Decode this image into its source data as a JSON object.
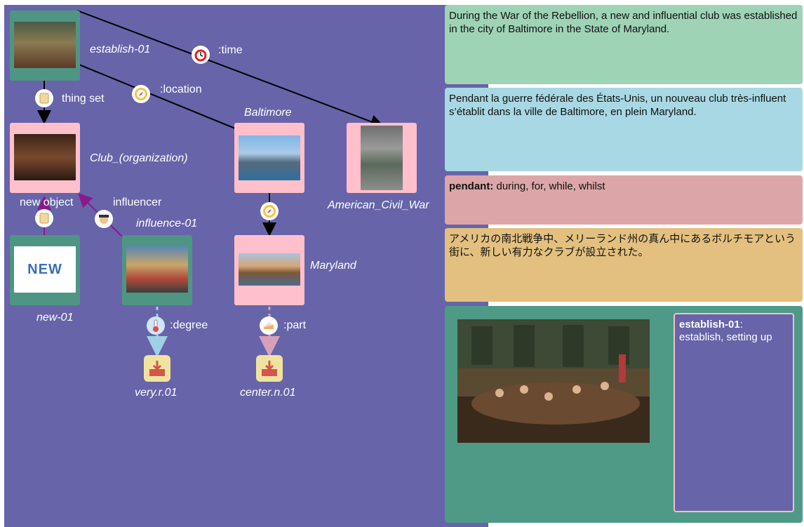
{
  "graph": {
    "nodes": {
      "establish": "establish-01",
      "club": "Club_(organization)",
      "baltimore": "Baltimore",
      "civil_war": "American_Civil_War",
      "new": "new-01",
      "influence": "influence-01",
      "maryland": "Maryland",
      "very": "very.r.01",
      "center": "center.n.01",
      "new_logo_text": "NEW"
    },
    "edges": {
      "time": ":time",
      "location": ":location",
      "thing_set": "thing set",
      "new_object": "new object",
      "influencer": "influencer",
      "degree": ":degree",
      "part": ":part"
    },
    "colors": {
      "background": "#6764a9",
      "teal_node": "#4e9683",
      "pink_node": "#ffc0cc",
      "edge_black": "#000000",
      "edge_purple": "#8a1a8c",
      "edge_dashed_blue": "#9fd0e4",
      "edge_dashed_pink": "#d6a0b8"
    }
  },
  "panel": {
    "english": "During the War of the Rebellion, a new and influential club was established in the city of Baltimore in the State of Maryland.",
    "french": "Pendant la guerre fédérale des États-Unis, un nouveau club très-influent s’établit dans la ville de Baltimore, en plein Maryland.",
    "gloss_term": "pendant:",
    "gloss_def": " during, for, while, whilst",
    "japanese": "アメリカの南北戦争中、メリーランド州の真ん中にあるボルチモアという街に、新しい有力なクラブが設立された。",
    "concept_term": "establish-01",
    "concept_def": "establish, setting up"
  }
}
